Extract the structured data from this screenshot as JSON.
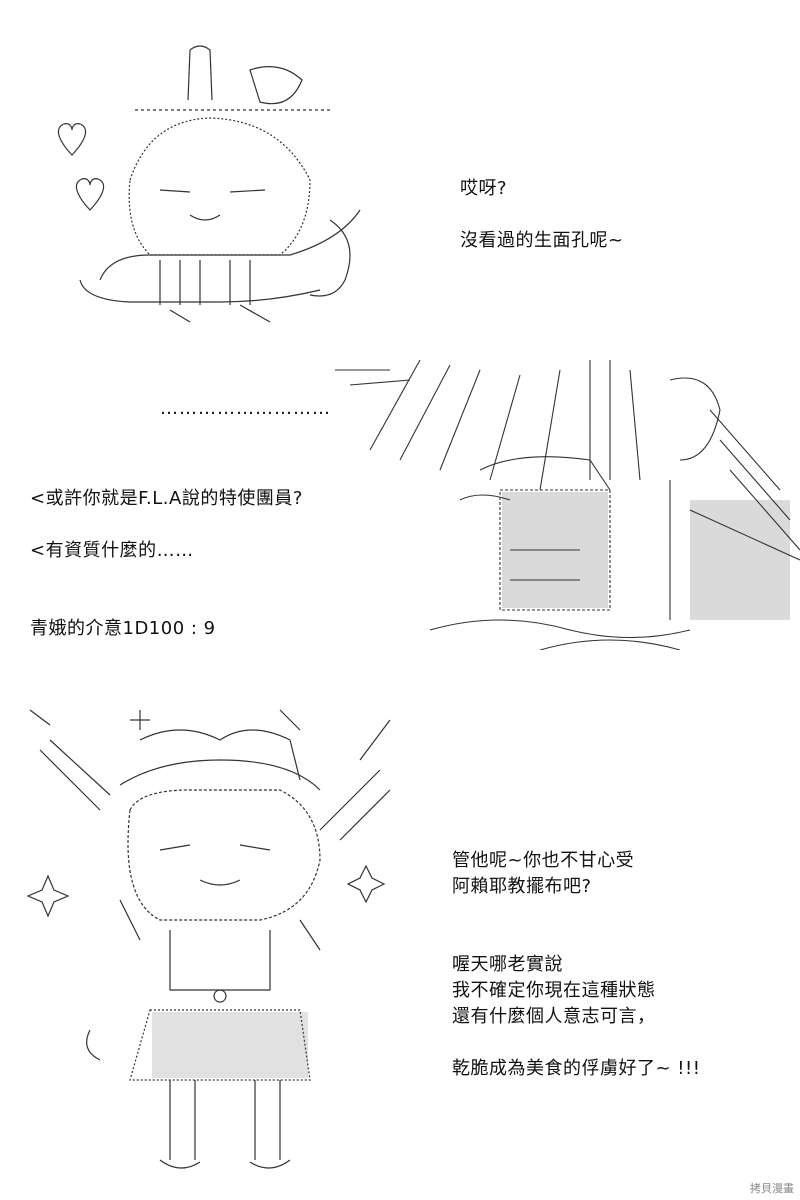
{
  "panel1": {
    "lines": [
      "哎呀?",
      "沒看過的生面孔呢~"
    ]
  },
  "panel2": {
    "ellipsis": "………………………",
    "lines": [
      "<或許你就是F.L.A說的特使團員?",
      "<有資質什麼的……",
      "青娥的介意1D100 : 9"
    ]
  },
  "panel3": {
    "block1": [
      "管他呢~你也不甘心受",
      "阿賴耶教擺布吧?"
    ],
    "block2": [
      "喔天哪老實說",
      "我不確定你現在這種狀態",
      "還有什麼個人意志可言，",
      "",
      "乾脆成為美食的俘虜好了~ !!!"
    ]
  },
  "watermark": "拷貝漫畫",
  "colors": {
    "ink": "#111111",
    "art": "#333333"
  }
}
